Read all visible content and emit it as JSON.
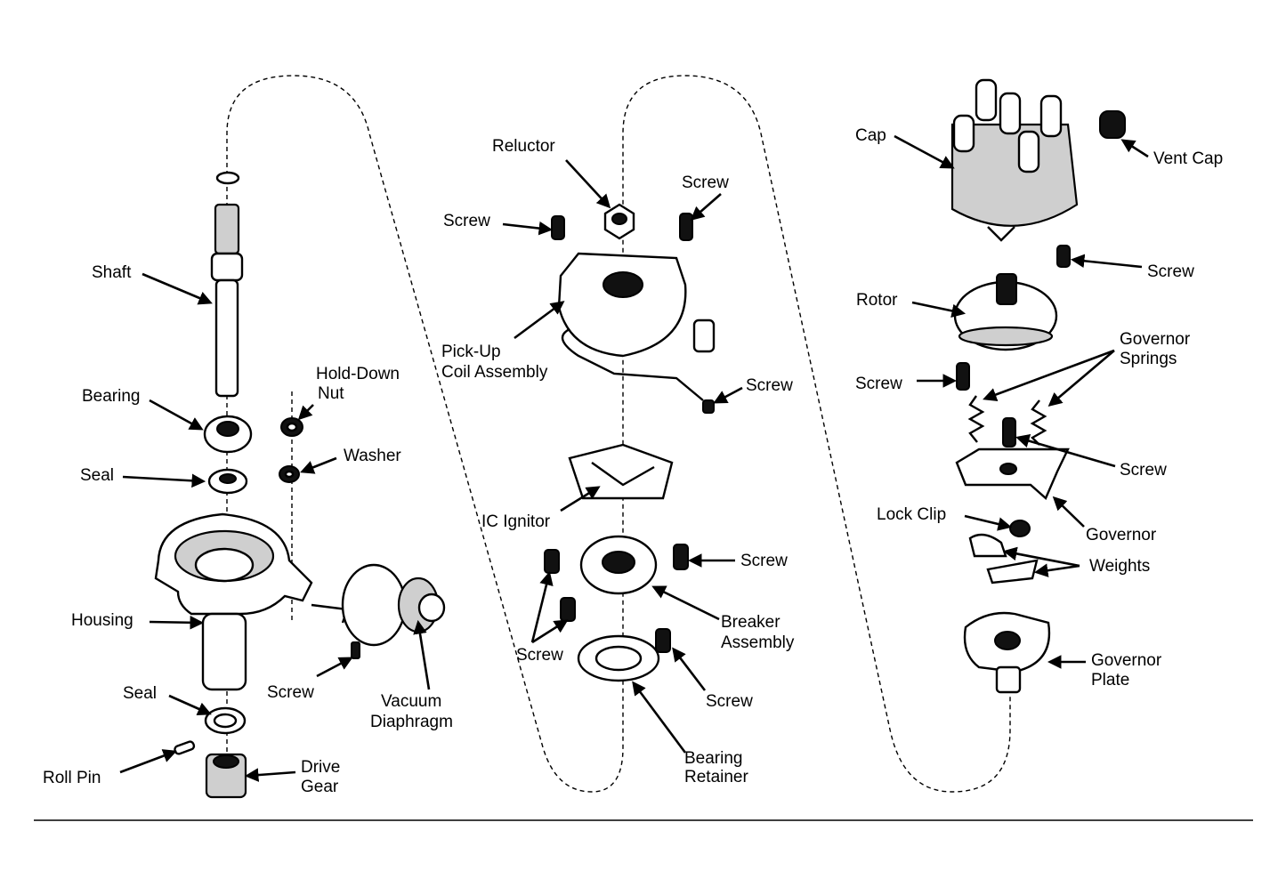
{
  "labels": {
    "shaft": "Shaft",
    "bearing": "Bearing",
    "seal_upper": "Seal",
    "hold_down_nut_1": "Hold-Down",
    "hold_down_nut_2": "Nut",
    "washer": "Washer",
    "housing": "Housing",
    "screw_vacuum": "Screw",
    "vacuum_diaphragm_1": "Vacuum",
    "vacuum_diaphragm_2": "Diaphragm",
    "seal_lower": "Seal",
    "roll_pin": "Roll Pin",
    "drive_gear_1": "Drive",
    "drive_gear_2": "Gear",
    "reluctor": "Reluctor",
    "screw_mid_left": "Screw",
    "screw_mid_right": "Screw",
    "pickup_coil_1": "Pick-Up",
    "pickup_coil_2": "Coil Assembly",
    "screw_pickup": "Screw",
    "ic_ignitor": "IC Ignitor",
    "screw_breaker_right": "Screw",
    "breaker_assembly_1": "Breaker",
    "breaker_assembly_2": "Assembly",
    "screw_breaker_left": "Screw",
    "screw_retainer": "Screw",
    "bearing_retainer_1": "Bearing",
    "bearing_retainer_2": "Retainer",
    "cap": "Cap",
    "vent_cap": "Vent Cap",
    "screw_cap": "Screw",
    "rotor": "Rotor",
    "governor_springs_1": "Governor",
    "governor_springs_2": "Springs",
    "screw_rotor": "Screw",
    "screw_governor": "Screw",
    "lock_clip": "Lock Clip",
    "governor": "Governor",
    "weights": "Weights",
    "governor_plate_1": "Governor",
    "governor_plate_2": "Plate"
  }
}
